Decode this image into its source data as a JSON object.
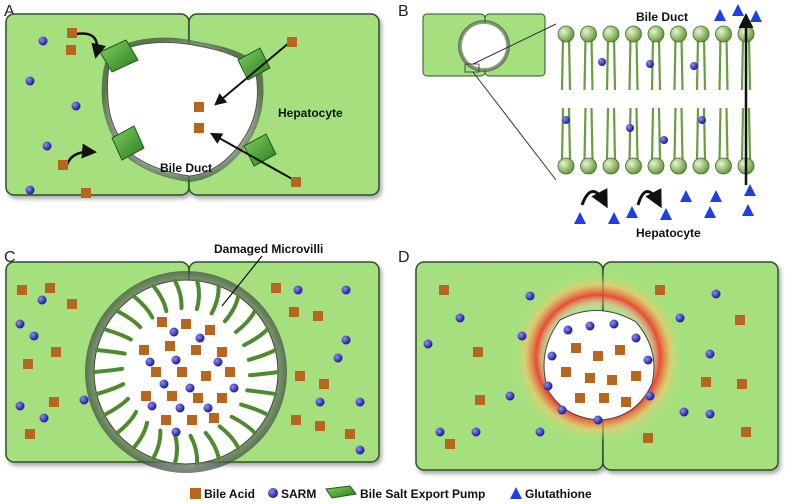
{
  "panels": {
    "a": {
      "letter": "A",
      "cell_label": "Hepatocyte",
      "duct_label": "Bile Duct"
    },
    "b": {
      "letter": "B",
      "duct_label": "Bile Duct",
      "cell_label": "Hepatocyte"
    },
    "c": {
      "letter": "C",
      "callout": "Damaged Microvilli"
    },
    "d": {
      "letter": "D"
    }
  },
  "legend": {
    "bile_acid": "Bile Acid",
    "sarm": "SARM",
    "pump": "Bile Salt Export Pump",
    "glutathione": "Glutathione"
  },
  "colors": {
    "cell_fill": "#a6e07e",
    "cell_stroke": "#2f4f2a",
    "bile_acid": "#b8651e",
    "sarm": "#2b2bb8",
    "glutathione": "#1e3ee6",
    "pump": "#3f9a2e",
    "injury": "#ef3a2a"
  }
}
